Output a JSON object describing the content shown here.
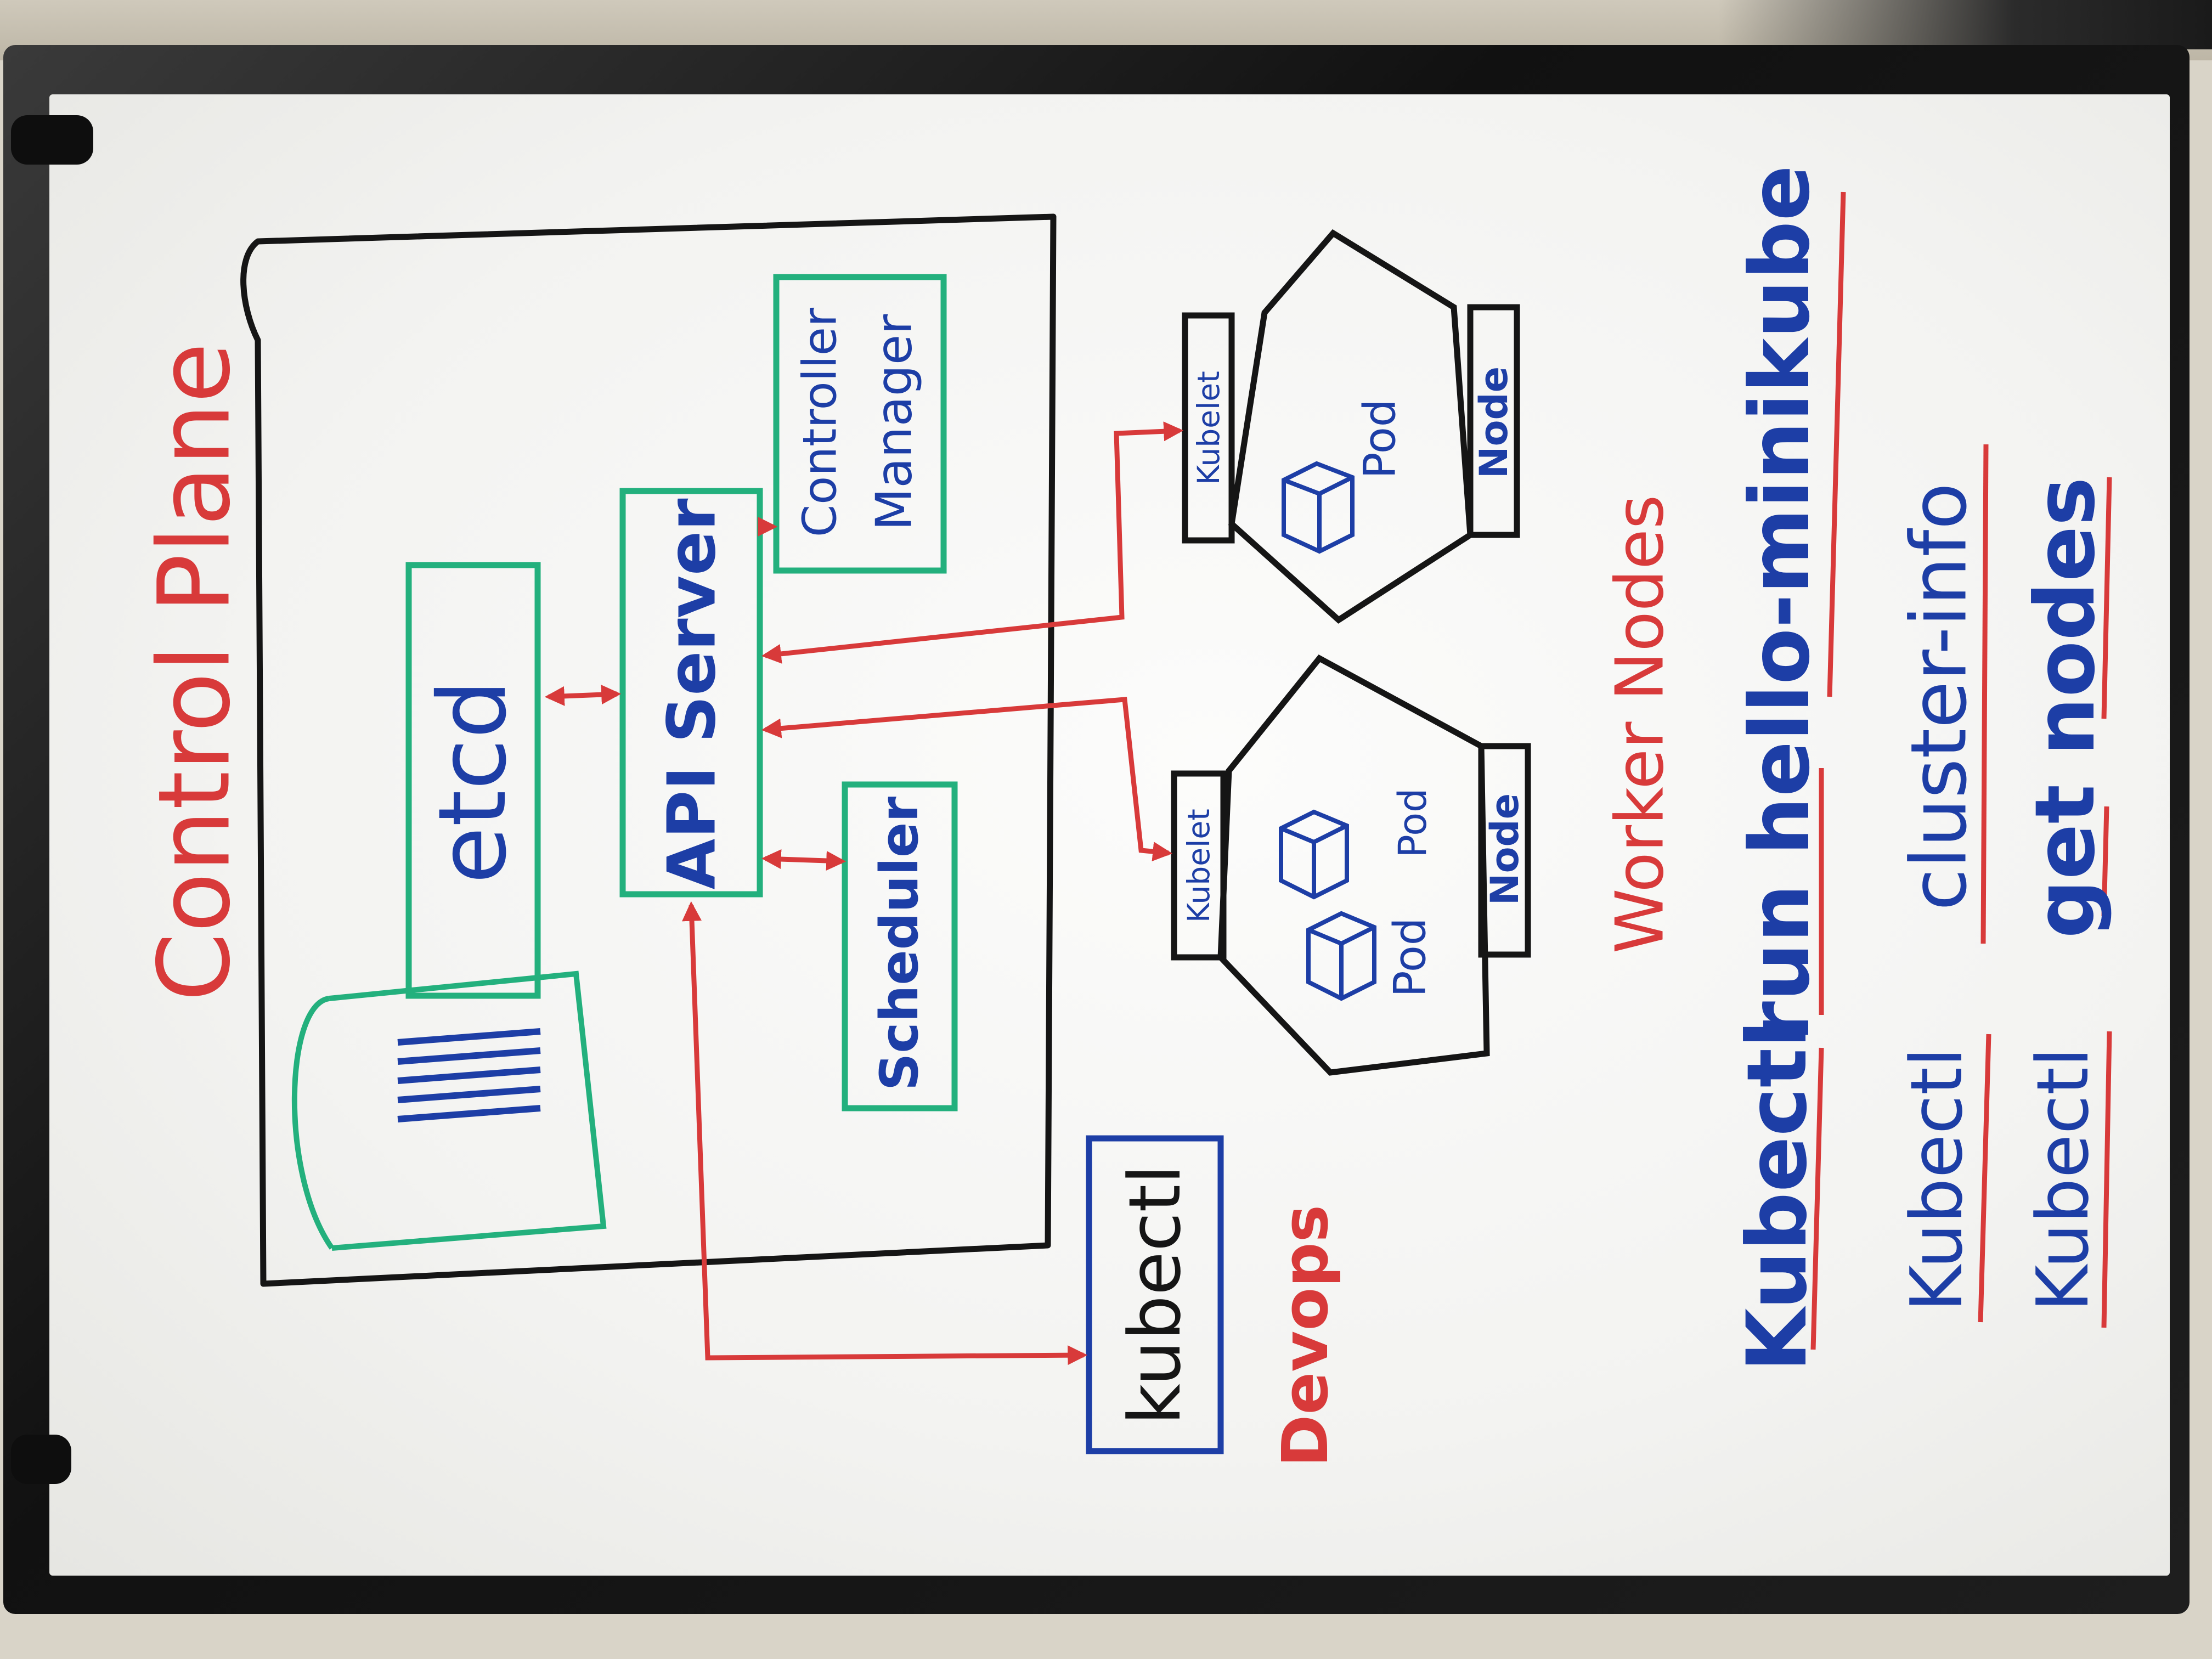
{
  "colors": {
    "black_marker": "#151515",
    "red_marker": "#d83a3a",
    "green_marker": "#23b07d",
    "blue_marker": "#1d3ea6",
    "board_frame": "#141414"
  },
  "headings": {
    "control_plane": "Control Plane",
    "worker_nodes": "Worker Nodes",
    "devops": "Devops"
  },
  "components": {
    "etcd": "etcd",
    "api_server": "API Server",
    "controller_manager_line1": "Controller",
    "controller_manager_line2": "Manager",
    "scheduler": "Scheduler",
    "kubectl": "kubectl"
  },
  "worker_nodes": [
    {
      "kubelet": "Kubelet",
      "node": "Node",
      "pods": [
        "Pod"
      ]
    },
    {
      "kubelet": "Kubelet",
      "node": "Node",
      "pods": [
        "Pod",
        "Pod"
      ]
    }
  ],
  "commands": [
    {
      "cmd": "Kubectl",
      "args": "run hello-minikube"
    },
    {
      "cmd": "Kubectl",
      "args": "cluster-info"
    },
    {
      "cmd": "Kubectl",
      "args": "get nodes"
    }
  ]
}
